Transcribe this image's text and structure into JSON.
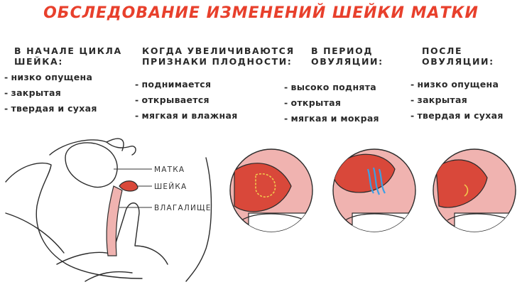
{
  "title": "ОБСЛЕДОВАНИЕ ИЗМЕНЕНИЙ ШЕЙКИ МАТКИ",
  "colors": {
    "title": "#e8402c",
    "cervix": "#d9483a",
    "tissue": "#f0b3b0",
    "mucus": "#3aa0e6",
    "outline": "#2b2b2b"
  },
  "columns": [
    {
      "heading": [
        "В НАЧАЛЕ ЦИКЛА",
        "ШЕЙКА:"
      ],
      "items": [
        "низко опущена",
        "закрытая",
        "твердая и сухая"
      ]
    },
    {
      "heading": [
        "КОГДА УВЕЛИЧИВАЮТСЯ",
        "ПРИЗНАКИ ПЛОДНОСТИ:"
      ],
      "items": [
        "поднимается",
        "открывается",
        "мягкая и влажная"
      ]
    },
    {
      "heading": [
        "В ПЕРИОД",
        "ОВУЛЯЦИИ:"
      ],
      "items": [
        "высоко поднята",
        "открытая",
        "мягкая и мокрая"
      ]
    },
    {
      "heading": [
        "ПОСЛЕ",
        "ОВУЛЯЦИИ:"
      ],
      "items": [
        "низко опущена",
        "закрытая",
        "твердая и сухая"
      ]
    }
  ],
  "anatomy_labels": {
    "uterus": "МАТКА",
    "cervix": "ШЕЙКА",
    "vagina": "ВЛАГАЛИЩЕ"
  },
  "circles": [
    {
      "state": "closed-low",
      "mucus": true
    },
    {
      "state": "open-high",
      "mucus": true,
      "fertile_mucus": true
    },
    {
      "state": "closed-low",
      "mucus": false
    }
  ]
}
